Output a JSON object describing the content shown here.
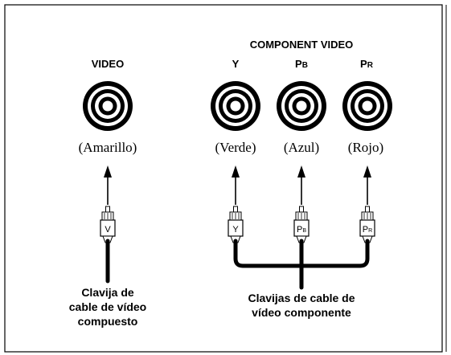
{
  "section_labels": {
    "component_video": "COMPONENT VIDEO",
    "video": "VIDEO"
  },
  "jacks": [
    {
      "id": "video",
      "top": "VIDEO",
      "color": "(Amarillo)"
    },
    {
      "id": "y",
      "top": "Y",
      "color": "(Verde)"
    },
    {
      "id": "pb",
      "top_main": "P",
      "top_sub": "B",
      "color": "(Azul)"
    },
    {
      "id": "pr",
      "top_main": "P",
      "top_sub": "R",
      "color": "(Rojo)"
    }
  ],
  "plugs": [
    {
      "id": "v",
      "letter": "V",
      "sub": ""
    },
    {
      "id": "y",
      "letter": "Y",
      "sub": ""
    },
    {
      "id": "pb",
      "letter": "P",
      "sub": "B"
    },
    {
      "id": "pr",
      "letter": "P",
      "sub": "R"
    }
  ],
  "captions": {
    "composite": [
      "Clavija de",
      "cable de vídeo",
      "compuesto"
    ],
    "component": [
      "Clavijas de cable de",
      "vídeo componente"
    ]
  }
}
